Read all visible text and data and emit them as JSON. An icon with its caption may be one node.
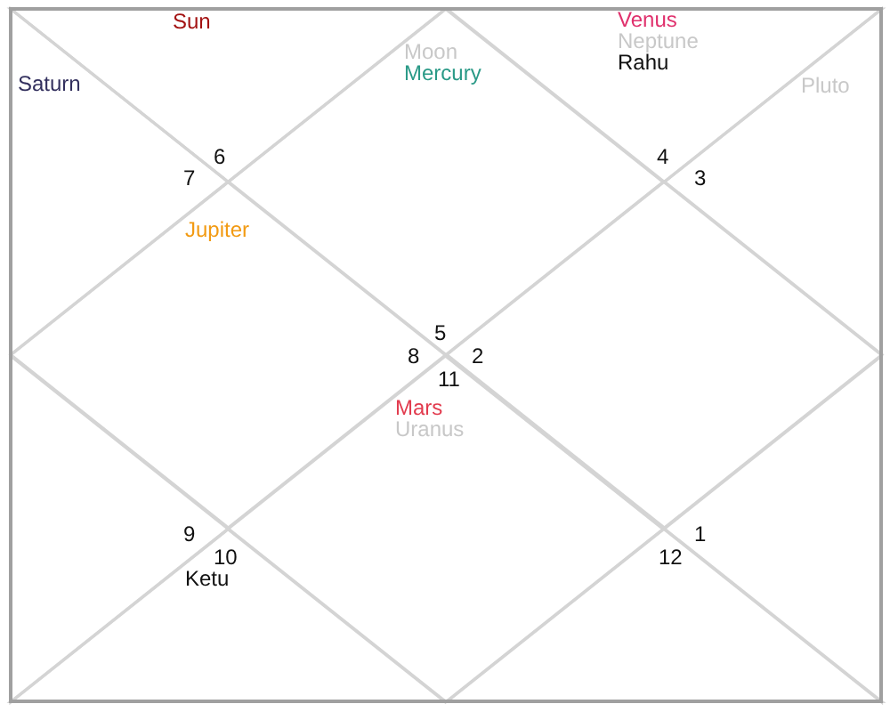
{
  "diagram": {
    "nodes": [
      {
        "text": [
          "Sun",
          "6"
        ]
      },
      {
        "text": [
          "Moon",
          "Mercury",
          "5"
        ]
      },
      {
        "text": [
          "Venus",
          "Neptune",
          "Rahu",
          "4"
        ]
      },
      {
        "text": [
          "Saturn",
          "7"
        ]
      },
      {
        "text": [
          "Pluto",
          "3"
        ]
      },
      {
        "text": [
          "Jupiter",
          "8"
        ]
      },
      {
        "text": [
          "2"
        ]
      },
      {
        "text": [
          "9"
        ]
      },
      {
        "text": [
          "11",
          "Mars",
          "Uranus"
        ]
      },
      {
        "text": [
          "1"
        ]
      },
      {
        "text": [
          "10",
          "Ketu"
        ]
      },
      {
        "text": [
          "12"
        ]
      }
    ]
  }
}
